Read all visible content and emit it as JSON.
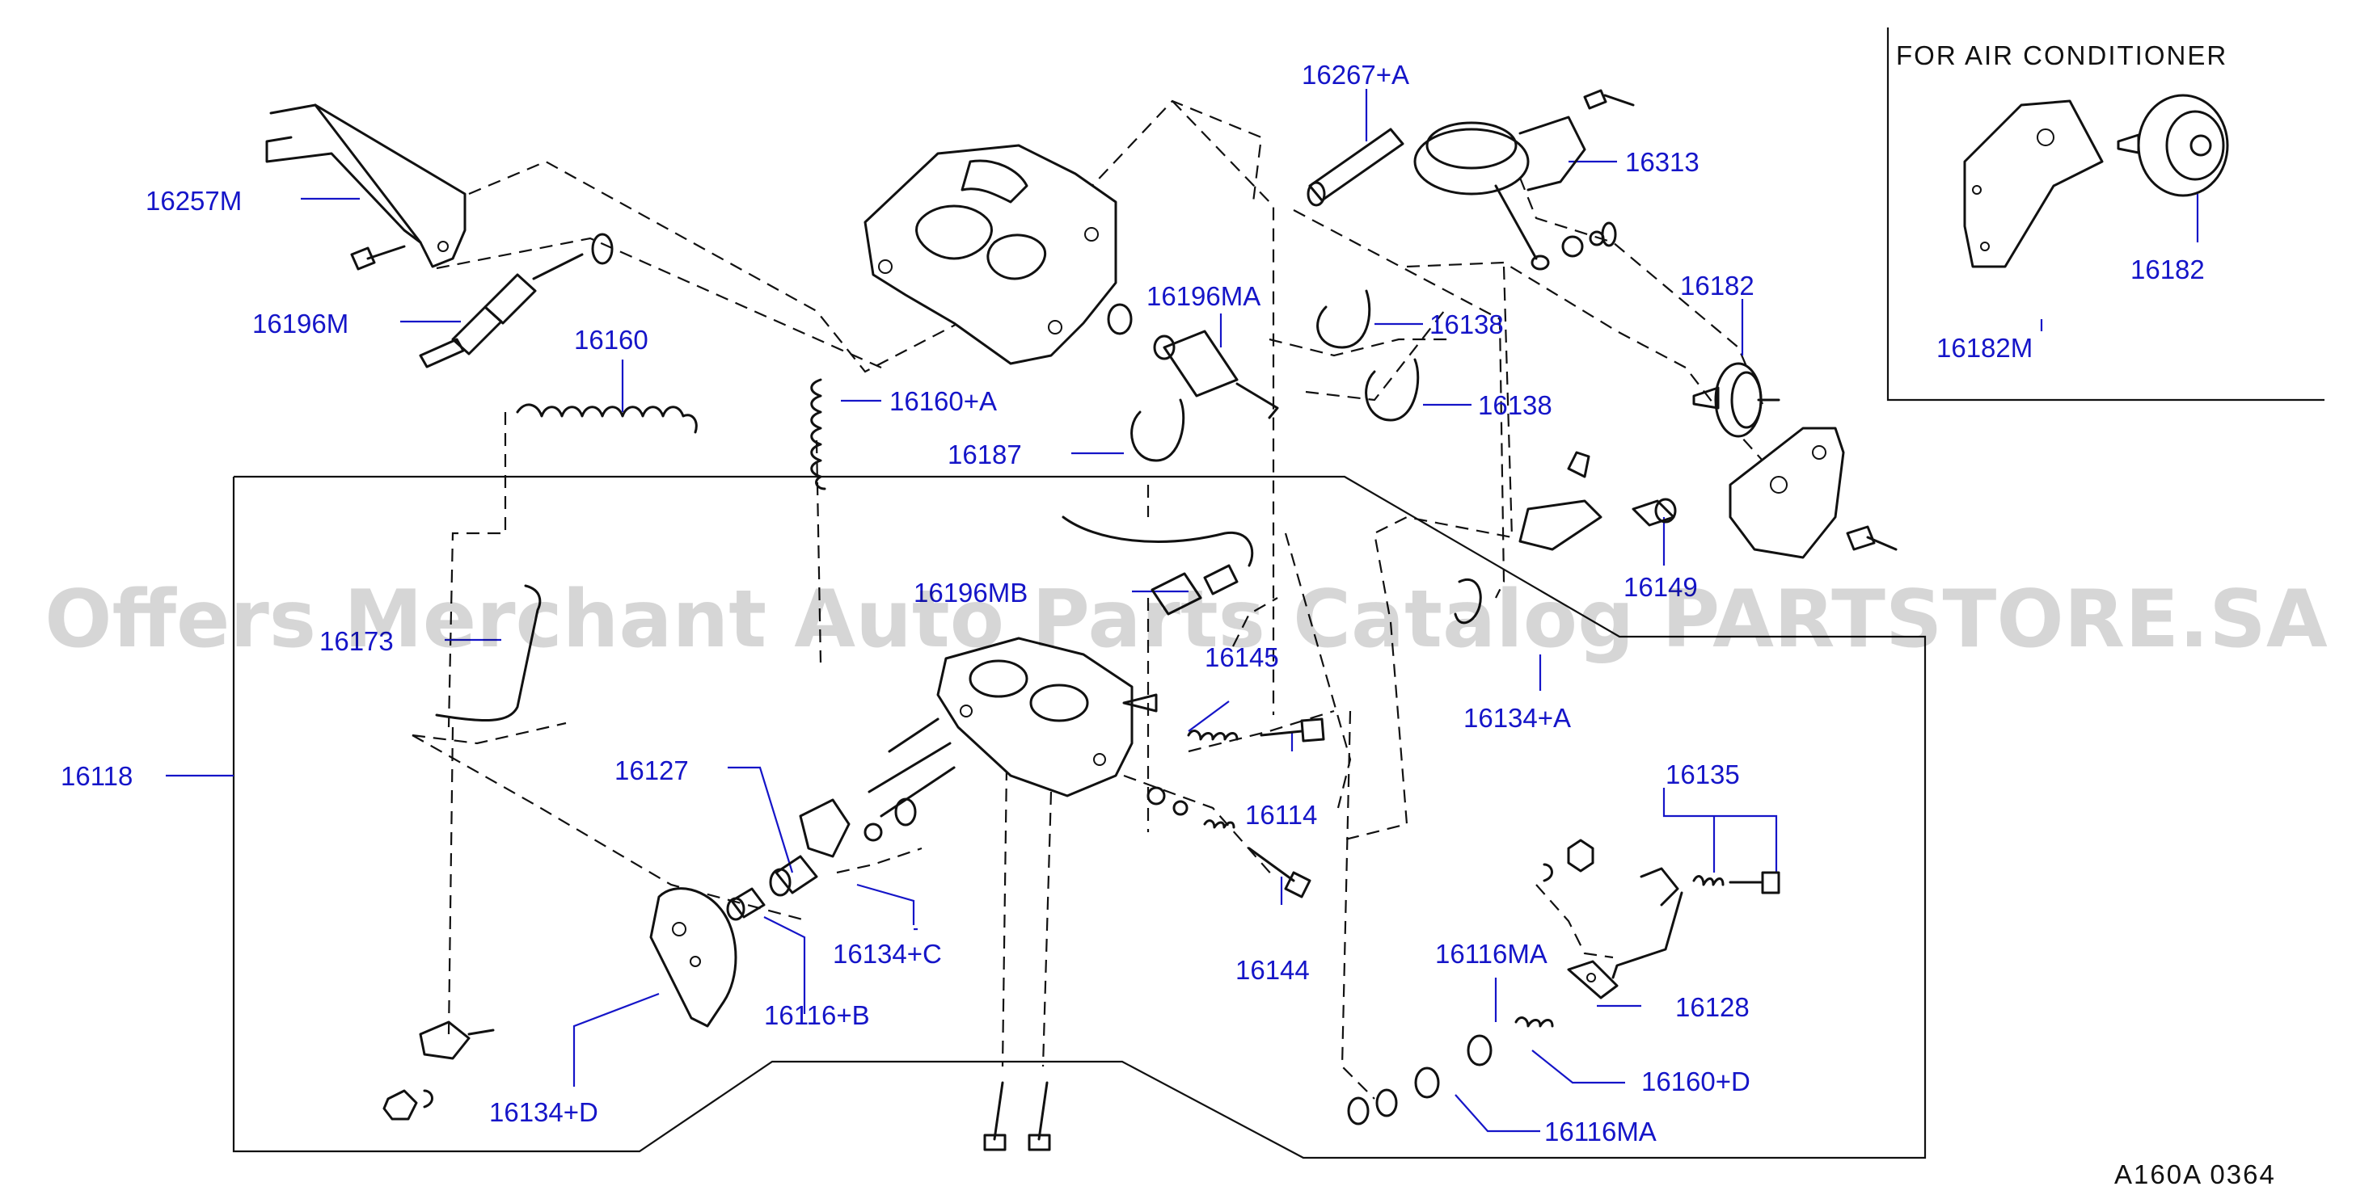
{
  "inset": {
    "title": "FOR AIR CONDITIONER"
  },
  "diagram_code": "A160A   0364",
  "watermark": "Offers Merchant Auto Parts Catalog PARTSTORE.SA",
  "parts": {
    "p16257M": "16257M",
    "p16196M": "16196M",
    "p16160": "16160",
    "p16160A": "16160+A",
    "p16187": "16187",
    "p16267A": "16267+A",
    "p16313": "16313",
    "p16196MA": "16196MA",
    "p16138a": "16138",
    "p16138b": "16138",
    "p16182": "16182",
    "p16182i": "16182",
    "p16182M": "16182M",
    "p16149": "16149",
    "p16196MB": "16196MB",
    "p16173": "16173",
    "p16145": "16145",
    "p16134A": "16134+A",
    "p16118": "16118",
    "p16127": "16127",
    "p16114": "16114",
    "p16135": "16135",
    "p16134C": "16134+C",
    "p16116B": "16116+B",
    "p16144": "16144",
    "p16116MA1": "16116MA",
    "p16128": "16128",
    "p16160D": "16160+D",
    "p16134D": "16134+D",
    "p16116MA2": "16116MA"
  }
}
